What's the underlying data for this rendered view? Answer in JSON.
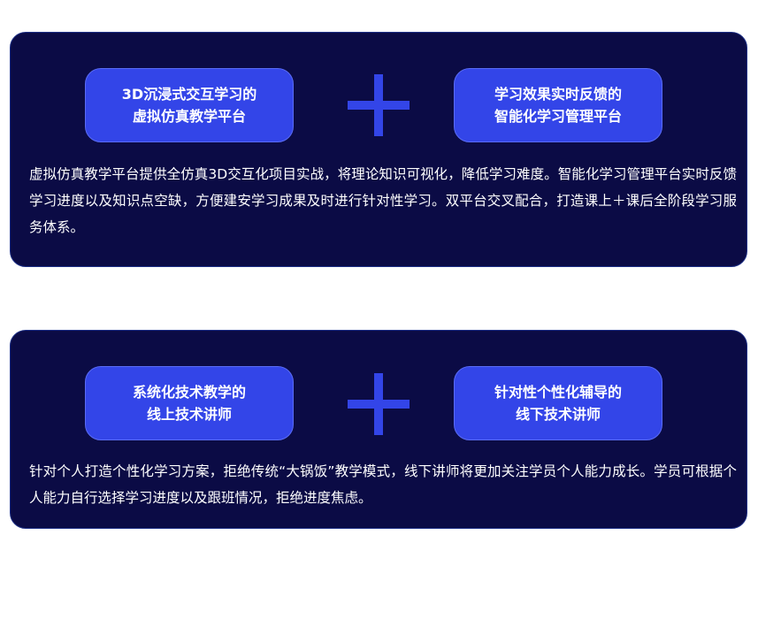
{
  "section1": {
    "left_box": {
      "line1": "3D沉浸式交互学习的",
      "line2": "虚拟仿真教学平台"
    },
    "right_box": {
      "line1": "学习效果实时反馈的",
      "line2": "智能化学习管理平台"
    },
    "description": "虚拟仿真教学平台提供全仿真3D交互化项目实战，将理论知识可视化，降低学习难度。智能化学习管理平台实时反馈学习进度以及知识点空缺，方便建安学习成果及时进行针对性学习。双平台交叉配合，打造课上＋课后全阶段学习服务体系。"
  },
  "section2": {
    "left_box": {
      "line1": "系统化技术教学的",
      "line2": "线上技术讲师"
    },
    "right_box": {
      "line1": "针对性个性化辅导的",
      "line2": "线下技术讲师"
    },
    "description": "针对个人打造个性化学习方案，拒绝传统“大锅饭”教学模式，线下讲师将更加关注学员个人能力成长。学员可根据个人能力自行选择学习进度以及跟班情况，拒绝进度焦虑。"
  },
  "colors": {
    "card_background": "#0b0b45",
    "accent_blue": "#3345e8",
    "text": "#ffffff"
  },
  "icons": [
    "plus-icon"
  ]
}
